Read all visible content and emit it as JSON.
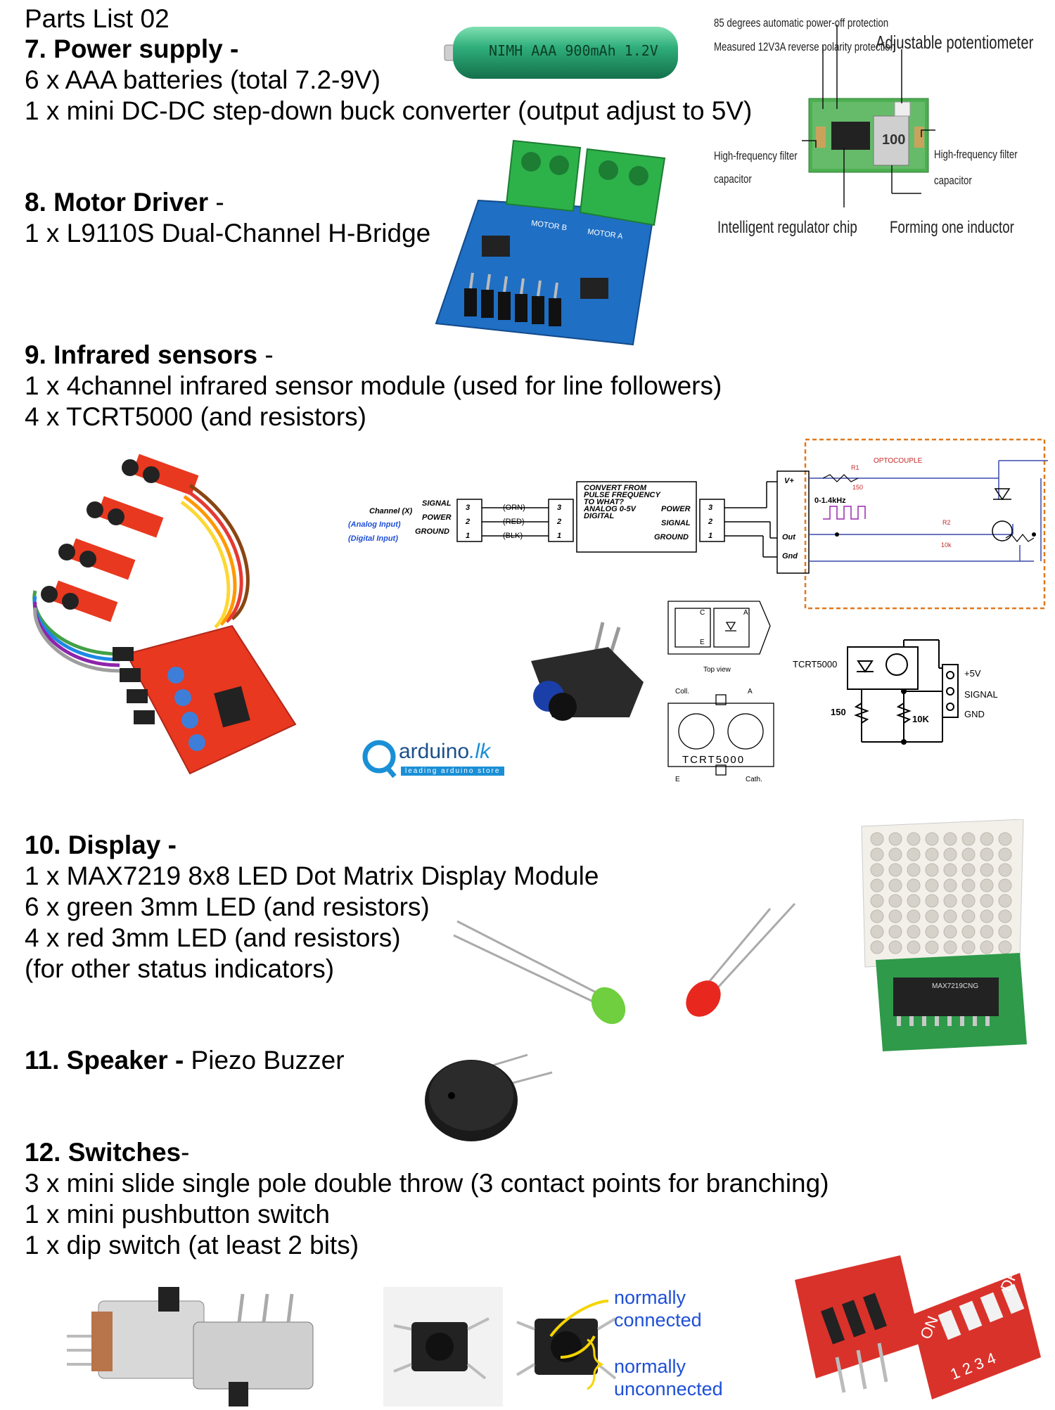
{
  "header": {
    "title": "Parts List 02"
  },
  "power": {
    "heading": "7. Power supply -",
    "line1": "6 x AAA batteries (total 7.2-9V)",
    "line2": "1 x mini DC-DC step-down buck converter (output adjust to 5V)",
    "battery_label": "NIMH AAA 900mAh 1.2V",
    "buck": {
      "ann1": "85 degrees automatic power-off protection",
      "ann2": "Measured 12V3A reverse polarity protection",
      "ann3": "Adjustable potentiometer",
      "ann4a": "High-frequency filter",
      "ann4b": "capacitor",
      "ann5a": "High-frequency filter",
      "ann5b": "capacitor",
      "ann6": "Intelligent regulator chip",
      "ann7": "Forming one inductor",
      "inductor_code": "100"
    }
  },
  "motor": {
    "heading": "8. Motor Driver",
    "dash": " -",
    "line1": "1 x L9110S Dual-Channel H-Bridge",
    "silk_b": "MOTOR B",
    "silk_a": "MOTOR A"
  },
  "infrared": {
    "heading": "9. Infrared sensors",
    "dash": " -",
    "line1": "1 x 4channel infrared sensor module (used for line followers)",
    "line2": "4 x TCRT5000 (and resistors)",
    "schematic": {
      "channel": "Channel (X)",
      "analog": "(Analog Input)",
      "digital": "(Digital Input)",
      "signal": "SIGNAL",
      "power": "POWER",
      "ground": "GROUND",
      "orn": "(ORN)",
      "red": "(RED)",
      "blk": "(BLK)",
      "convert1": "CONVERT FROM",
      "convert2": "PULSE FREQUENCY",
      "convert3": "TO WHAT?",
      "convert4": "ANALOG 0-5V",
      "convert5": "DIGITAL",
      "power_r": "POWER",
      "signal_r": "SIGNAL",
      "ground_r": "GROUND",
      "vplus": "V+",
      "out": "Out",
      "gnd": "Gnd",
      "optocouple": "OPTOCOUPLE",
      "r1": "R1",
      "r1v": "150",
      "r2": "R2",
      "r2v": "10k",
      "freq": "0-1.4kHz",
      "pin3": "3",
      "pin2": "2",
      "pin1": "1"
    },
    "tcrt": {
      "top_view": "Top view",
      "coll": "Coll.",
      "a": "A",
      "e": "E",
      "cath": "Cath.",
      "pin_c": "C",
      "pin_e": "E",
      "pin_a": "A",
      "part": "TCRT5000"
    },
    "circuit": {
      "part": "TCRT5000",
      "v5": "+5V",
      "signal": "SIGNAL",
      "gnd": "GND",
      "r150": "150",
      "r10k": "10K"
    },
    "logo": {
      "name": "arduino",
      "suffix": ".lk",
      "tagline": "leading arduino store"
    }
  },
  "display": {
    "heading": "10. Display -",
    "line1": "1 x MAX7219 8x8 LED Dot Matrix Display Module",
    "line2": "6 x green 3mm LED (and resistors)",
    "line3": "4 x red 3mm LED (and resistors)",
    "line4": "(for other status indicators)",
    "chip_label": "MAX7219CNG"
  },
  "speaker": {
    "heading": "11. Speaker -",
    "text": " Piezo Buzzer"
  },
  "switches": {
    "heading": "12. Switches",
    "dash": "-",
    "line1": "3 x mini slide single pole double throw (3 contact points for branching)",
    "line2": "1 x mini pushbutton switch",
    "line3": "1 x dip switch (at least 2 bits)",
    "nc1": "normally",
    "nc2": "connected",
    "nu1": "normally",
    "nu2": "unconnected",
    "dip_on": "ON",
    "dip_dp": "DP",
    "dip_nums": "1 2 3 4"
  },
  "colors": {
    "battery": "#2fae7a",
    "pcb_blue": "#1f6fc4",
    "terminal_green": "#2db24a",
    "ir_board": "#e8381f",
    "schematic_orange": "#e07a1e",
    "annotation_blue": "#1e4fd6",
    "bracket_yellow": "#f5d400",
    "dip_red": "#d9322b"
  },
  "icons": [
    "battery-icon",
    "buck-converter-icon",
    "motor-driver-icon",
    "ir-module-icon",
    "schematic-diagram",
    "tcrt5000-icon",
    "led-matrix-icon",
    "green-led-icon",
    "red-led-icon",
    "buzzer-icon",
    "slide-switch-icon",
    "pushbutton-icon",
    "dip-switch-icon"
  ]
}
